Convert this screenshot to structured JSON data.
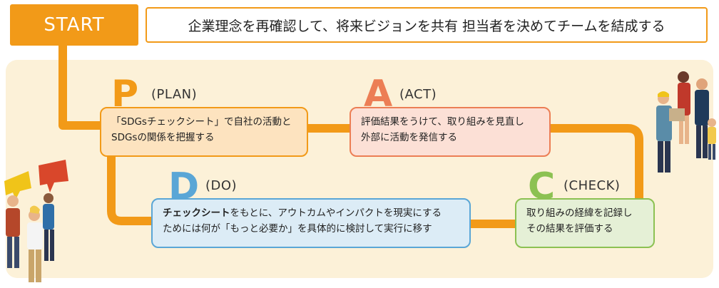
{
  "start": {
    "label": "START",
    "text": "企業理念を再確認して、将来ビジョンを共有 担当者を決めてチームを結成する"
  },
  "steps": {
    "plan": {
      "letter": "P",
      "sub": "(PLAN)",
      "lines": [
        "「SDGsチェックシート」で自社の活動と",
        "SDGsの関係を把握する"
      ]
    },
    "act": {
      "letter": "A",
      "sub": "(ACT)",
      "lines": [
        "評価結果をうけて、取り組みを見直し",
        "外部に活動を発信する"
      ]
    },
    "do": {
      "letter": "D",
      "sub": "(DO)",
      "bold": "チェックシート",
      "line1_rest": "をもとに、アウトカムやインパクトを現実にする",
      "line2": "ためには何が「もっと必要か」を具体的に検討して実行に移す"
    },
    "check": {
      "letter": "C",
      "sub": "(CHECK)",
      "lines": [
        "取り組みの経緯を記録し",
        "その結果を評価する"
      ]
    }
  },
  "colors": {
    "orange": "#f29a18",
    "panel": "#fcf1d8",
    "plan_fill": "#fde3bf",
    "plan_letter": "#f29a18",
    "act_fill": "#fce0d6",
    "act_letter": "#ec7e55",
    "do_fill": "#dcecf6",
    "do_letter": "#5aa6d6",
    "check_fill": "#e5f0d6",
    "check_letter": "#8cc152"
  }
}
